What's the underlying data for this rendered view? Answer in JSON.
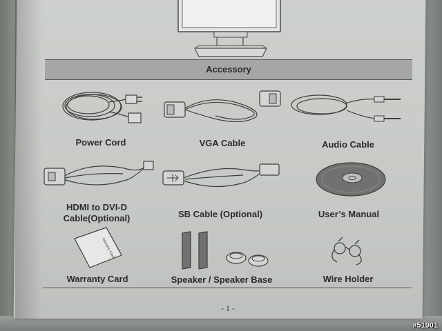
{
  "header": {
    "title": "Accessory"
  },
  "items": [
    {
      "label": "Power Cord"
    },
    {
      "label": "VGA Cable"
    },
    {
      "label": "Audio Cable"
    },
    {
      "label_line1": "HDMI to DVI-D",
      "label_line2": "Cable(Optional)"
    },
    {
      "label": "SB Cable (Optional)"
    },
    {
      "label": "User’s Manual"
    },
    {
      "label": "Warranty Card"
    },
    {
      "label": "Speaker / Speaker Base"
    },
    {
      "label": "Wire Holder"
    }
  ],
  "warranty_card_text": "Warranty Card",
  "footer": {
    "page_number": "- 1 -"
  },
  "watermark": "#51901",
  "colors": {
    "page": "#c9ccc8",
    "bar": "#a5a7a4",
    "text": "#2a2b2a"
  }
}
